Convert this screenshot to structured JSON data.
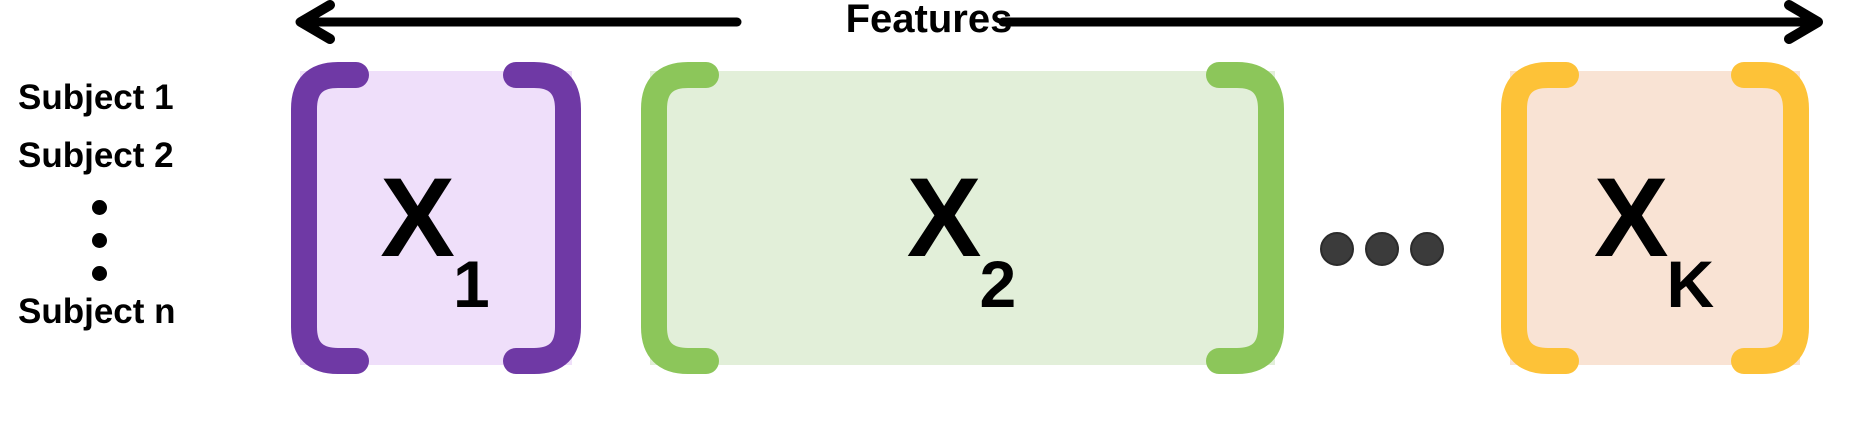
{
  "header": {
    "label": "Features",
    "arrow_left_icon": "arrow-left-icon",
    "arrow_right_icon": "arrow-right-icon",
    "arrow_color": "#000000"
  },
  "rows": {
    "labels": [
      "Subject 1",
      "Subject 2",
      "Subject n"
    ],
    "vertical_ellipsis_icon": "vertical-ellipsis-icon",
    "vertical_ellipsis_dots": 3
  },
  "blocks": [
    {
      "id": "block-1",
      "label": "X",
      "subscript": "1",
      "fill_color": "#EFDFFA",
      "bracket_color": "#6F39A5"
    },
    {
      "id": "block-2",
      "label": "X",
      "subscript": "2",
      "fill_color": "#E2EFD9",
      "bracket_color": "#8CC65A"
    },
    {
      "id": "block-3",
      "label": "X",
      "subscript": "K",
      "fill_color": "#F9E3D4",
      "bracket_color": "#FDC238"
    }
  ],
  "ellipsis": {
    "icon": "horizontal-ellipsis-icon",
    "dots": 3,
    "color": "#3B3B3B"
  }
}
